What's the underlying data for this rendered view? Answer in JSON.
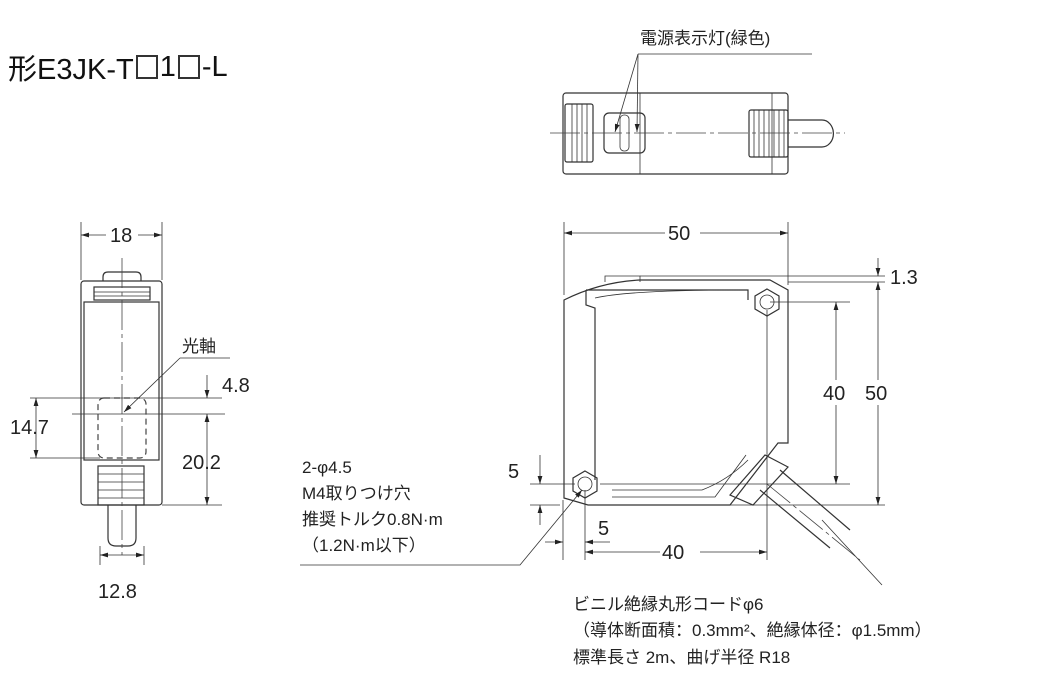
{
  "title": {
    "prefix": "形E3JK-T",
    "middle": "1",
    "suffix": "-L"
  },
  "top_view": {
    "led_label": "電源表示灯(緑色)"
  },
  "side_view": {
    "width_dim": "18",
    "optical_axis_label": "光軸",
    "dim_4_8": "4.8",
    "dim_14_7": "14.7",
    "dim_20_2": "20.2",
    "dim_12_8": "12.8"
  },
  "front_view": {
    "dim_width": "50",
    "dim_1_3": "1.3",
    "dim_40_v": "40",
    "dim_50_v": "50",
    "dim_5_v": "5",
    "dim_5_h": "5",
    "dim_40_h": "40"
  },
  "mount_note": {
    "line1": "2-φ4.5",
    "line2": "M4取りつけ穴",
    "line3": "推奨トルク0.8N·m",
    "line4": "（1.2N·m以下）"
  },
  "cable_note": {
    "line1": "ビニル絶縁丸形コードφ6",
    "line2": "（導体断面積：0.3mm²、絶縁体径：φ1.5mm）",
    "line3": "標準長さ 2m、曲げ半径 R18"
  }
}
